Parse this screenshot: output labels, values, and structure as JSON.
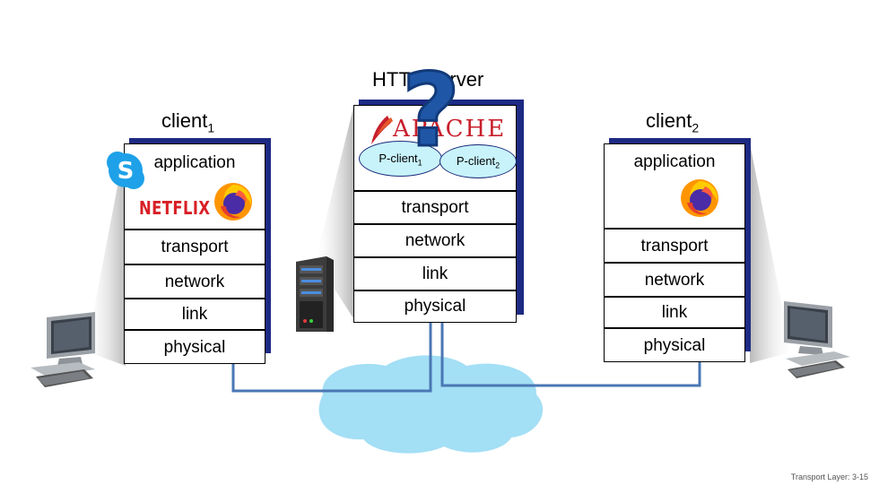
{
  "titles": {
    "client1": "client",
    "client1_sub": "1",
    "server": "HTTP server",
    "client2": "client",
    "client2_sub": "2"
  },
  "layers": {
    "application": "application",
    "transport": "transport",
    "network": "network",
    "link": "link",
    "physical": "physical"
  },
  "server_processes": {
    "p1": "P-client",
    "p1_sub": "1",
    "p2": "P-client",
    "p2_sub": "2"
  },
  "logos": {
    "netflix": "NETFLIX",
    "apache": "APACHE"
  },
  "question_mark": "?",
  "footer": "Transport Layer: 3-15",
  "colors": {
    "stack_shadow": "#1d2a84",
    "connection_line": "#4a77b4",
    "cloud": "#a3dff5",
    "process_bubble": "#c8f3fb"
  }
}
